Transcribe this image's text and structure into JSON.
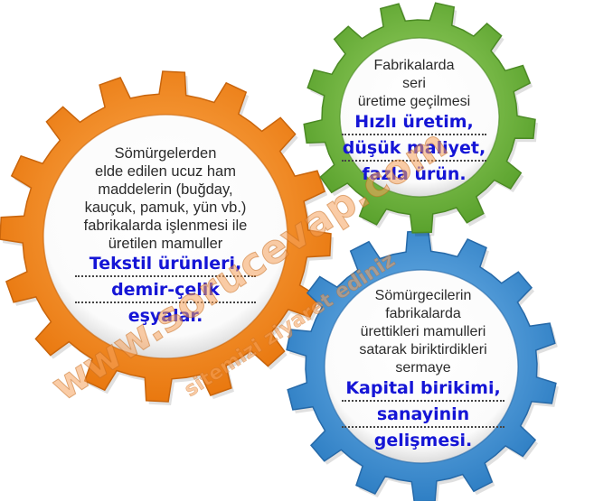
{
  "gears": {
    "orange": {
      "color": "#f08a1e",
      "description": [
        "Sömürgelerden",
        "elde edilen ucuz ham",
        "maddelerin (buğday,",
        "kauçuk, pamuk, yün vb.)",
        "fabrikalarda işlenmesi ile",
        "üretilen mamuller"
      ],
      "answer": [
        "Tekstil ürünleri,",
        "demir-çelik",
        "eşyalar."
      ]
    },
    "green": {
      "color": "#6cb33f",
      "description": [
        "Fabrikalarda",
        "seri",
        "üretime geçilmesi"
      ],
      "answer": [
        "Hızlı üretim,",
        "düşük maliyet,",
        "fazla ürün."
      ]
    },
    "blue": {
      "color": "#3f8fd2",
      "description": [
        "Sömürgecilerin",
        "fabrikalarda",
        "ürettikleri mamulleri",
        "satarak biriktirdikleri",
        "sermaye"
      ],
      "answer": [
        "Kapital birikimi,",
        "sanayinin",
        "gelişmesi."
      ]
    }
  },
  "watermark": {
    "line1": "www.sorucevap.com",
    "line2": "sitemizi ziyaret ediniz"
  }
}
